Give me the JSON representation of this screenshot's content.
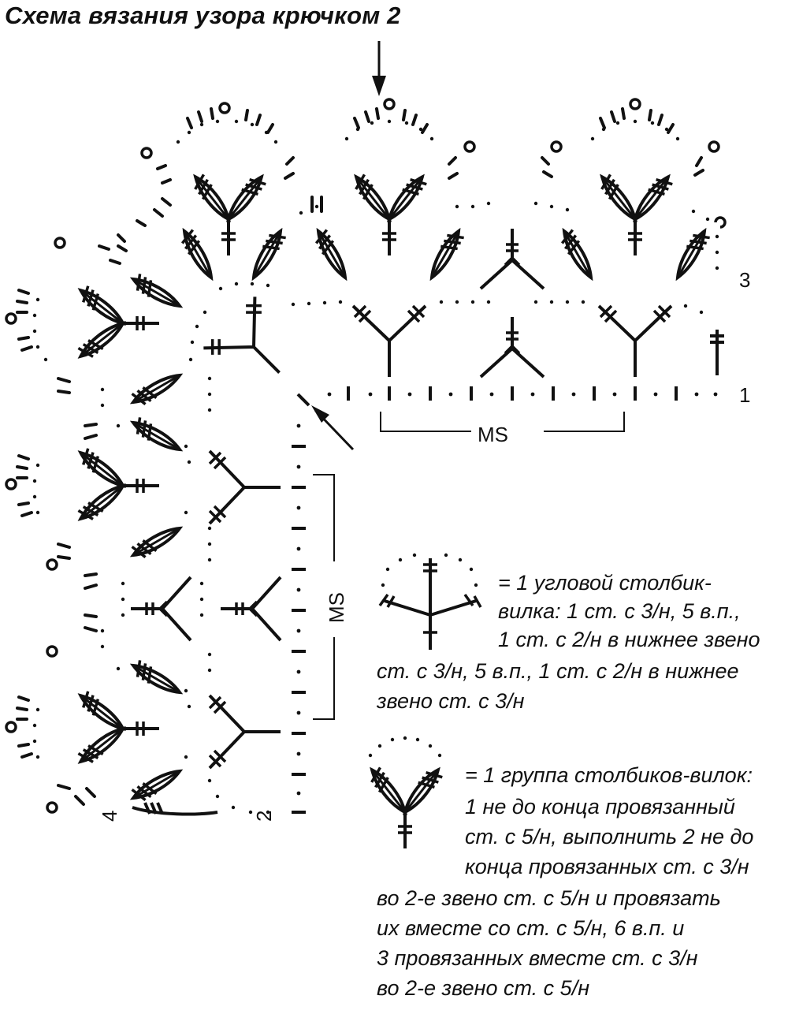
{
  "title": "Схема вязания узора крючком 2",
  "labels": {
    "row1": "1",
    "row2": "2",
    "row3": "3",
    "row4": "4",
    "ms_horizontal": "MS",
    "ms_vertical": "MS"
  },
  "legend": [
    {
      "symbol": "corner-fork-stitch-icon",
      "lines": [
        "= 1 угловой столбик-",
        "вилка: 1 ст. с 3/н, 5 в.п.,",
        "1 ст. с 2/н в нижнее звено",
        "ст. с 3/н, 5 в.п., 1 ст. с 2/н в нижнее",
        "звено ст. с 3/н"
      ]
    },
    {
      "symbol": "fork-stitch-group-icon",
      "lines": [
        "= 1 группа столбиков-вилок:",
        "1 не до конца провязанный",
        "ст. с 5/н, выполнить 2 не до",
        "конца провязанных ст. с 3/н",
        "во 2-е звено ст. с 5/н и провязать",
        "их вместе со ст. с 5/н, 6 в.п. и",
        "3 провязанных вместе ст. с 3/н",
        "во 2-е звено ст. с 5/н"
      ]
    }
  ]
}
